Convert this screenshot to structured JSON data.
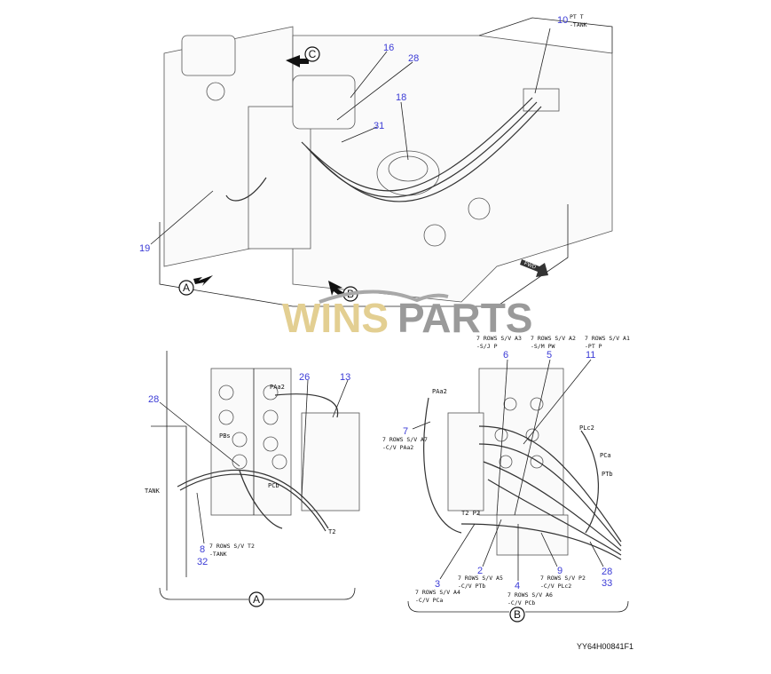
{
  "overview": {
    "callouts": {
      "c10": "10",
      "c16": "16",
      "c28": "28",
      "c18": "18",
      "c31": "31",
      "c19": "19"
    },
    "c10_caption": [
      "PT T",
      "-TANK"
    ],
    "views": {
      "a": "A",
      "b": "B",
      "c": "C"
    },
    "fwd": "FWD"
  },
  "watermark": {
    "part1": "WINS",
    "part2": "PARTS"
  },
  "view_a": {
    "callouts": {
      "c28": "28",
      "c26": "26",
      "c13": "13",
      "c8": "8",
      "c32": "32"
    },
    "c8_caption": [
      "7 ROWS S/V T2",
      "-TANK"
    ],
    "ports": {
      "tank": "TANK",
      "paa2": "PAa2",
      "pbs": "PBs",
      "pcb": "PCb",
      "t2": "T2"
    },
    "label": "A"
  },
  "view_b": {
    "callouts": {
      "c6": "6",
      "c5": "5",
      "c11": "11",
      "c7": "7",
      "c3": "3",
      "c2": "2",
      "c4": "4",
      "c9": "9",
      "c28": "28",
      "c33": "33"
    },
    "captions": {
      "c6": [
        "7 ROWS S/V A3",
        "-S/J P"
      ],
      "c5": [
        "7 ROWS S/V A2",
        "-S/M PW"
      ],
      "c11": [
        "7 ROWS S/V A1",
        "-PT P"
      ],
      "c7": [
        "7 ROWS S/V A7",
        "-C/V PAa2"
      ],
      "c3": [
        "7 ROWS S/V A4",
        "-C/V PCa"
      ],
      "c2": [
        "7 ROWS S/V A5",
        "-C/V PTb"
      ],
      "c4": [
        "7 ROWS S/V A6",
        "-C/V PCb"
      ],
      "c9": [
        "7 ROWS S/V P2",
        "-C/V PLc2"
      ]
    },
    "ports": {
      "paa2": "PAa2",
      "plc2": "PLc2",
      "pca": "PCa",
      "ptb": "PTb",
      "t2p2": "T2 P2"
    },
    "label": "B"
  },
  "footer": {
    "drawing_id": "YY64H00841F1"
  },
  "colors": {
    "callout": "#3b3bd6",
    "watermark_gold": "#e3cf92",
    "watermark_gray": "#9a9a9a"
  }
}
